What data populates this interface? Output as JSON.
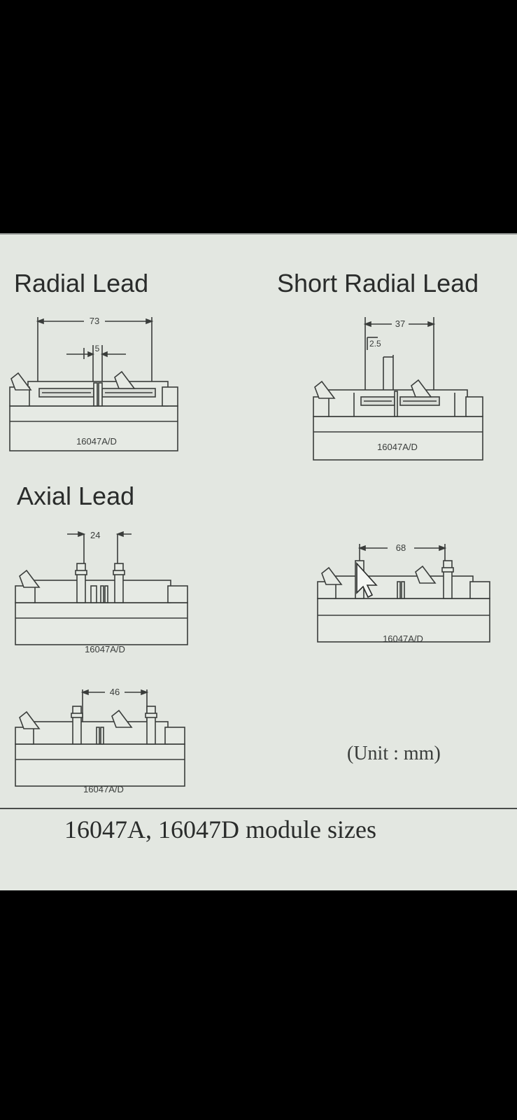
{
  "sections": {
    "radial_lead": {
      "title": "Radial Lead",
      "dim_outer": "73",
      "dim_inner": "5",
      "model": "16047A/D"
    },
    "short_radial_lead": {
      "title": "Short Radial Lead",
      "dim_outer": "37",
      "dim_inner": "2.5",
      "model": "16047A/D"
    },
    "axial_lead": {
      "title": "Axial Lead",
      "variants": [
        {
          "dim": "24",
          "model": "16047A/D"
        },
        {
          "dim": "68",
          "model": "16047A/D"
        },
        {
          "dim": "46",
          "model": "16047A/D"
        }
      ]
    }
  },
  "unit_note": "(Unit : mm)",
  "caption": "16047A, 16047D module sizes"
}
